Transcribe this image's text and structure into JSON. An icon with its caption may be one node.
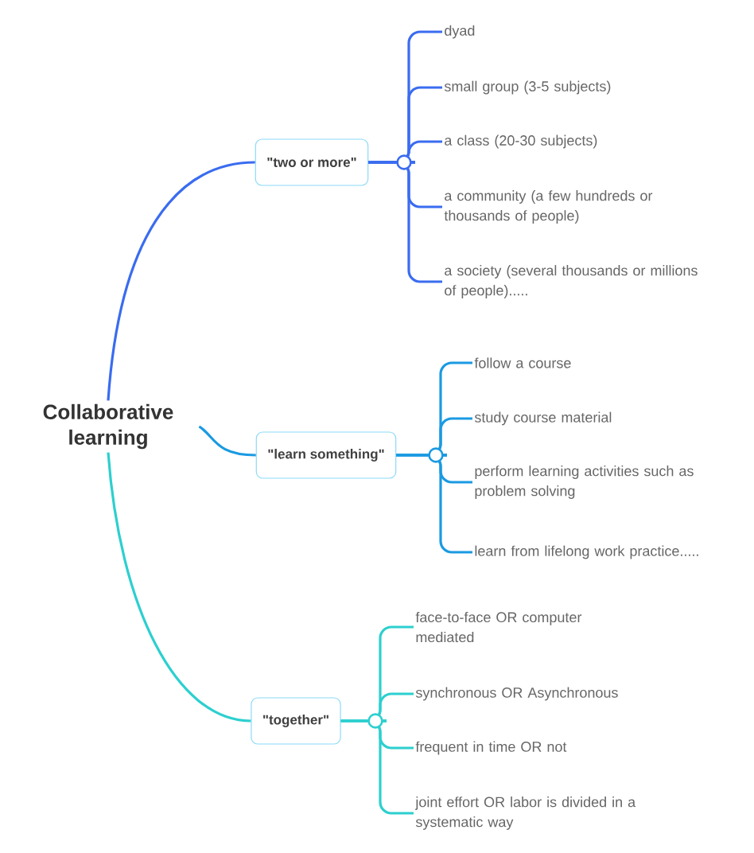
{
  "diagram": {
    "nodes": [
      {
        "text": [
          "Collaborative learning"
        ]
      },
      {
        "text": [
          "\"two or more\""
        ]
      },
      {
        "text": [
          "dyad"
        ]
      },
      {
        "text": [
          "small group (3-5 subjects)"
        ]
      },
      {
        "text": [
          "a class (20-30 subjects)"
        ]
      },
      {
        "text": [
          "a community (a few hundreds or thousands of people)"
        ]
      },
      {
        "text": [
          "a society (several thousands or millions of people)....."
        ]
      },
      {
        "text": [
          "\"learn something\""
        ]
      },
      {
        "text": [
          "follow a course"
        ]
      },
      {
        "text": [
          "study course material"
        ]
      },
      {
        "text": [
          "perform learning activities such as problem solving"
        ]
      },
      {
        "text": [
          "learn from lifelong work practice....."
        ]
      },
      {
        "text": [
          "\"together\""
        ]
      },
      {
        "text": [
          "face-to-face OR computer mediated"
        ]
      },
      {
        "text": [
          "synchronous OR Asynchronous"
        ]
      },
      {
        "text": [
          "frequent in time OR not"
        ]
      },
      {
        "text": [
          "joint effort OR labor is divided in a systematic way"
        ]
      }
    ],
    "edges": [
      {
        "from": 0,
        "to": 1,
        "arrow": "none",
        "color": "#3a6cf0"
      },
      {
        "from": 1,
        "to": 2,
        "arrow": "none",
        "color": "#3a6cf0"
      },
      {
        "from": 1,
        "to": 3,
        "arrow": "none",
        "color": "#3a6cf0"
      },
      {
        "from": 1,
        "to": 4,
        "arrow": "none",
        "color": "#3a6cf0"
      },
      {
        "from": 1,
        "to": 5,
        "arrow": "none",
        "color": "#3a6cf0"
      },
      {
        "from": 1,
        "to": 6,
        "arrow": "none",
        "color": "#3a6cf0"
      },
      {
        "from": 0,
        "to": 7,
        "arrow": "none",
        "color": "#1a9ae2"
      },
      {
        "from": 7,
        "to": 8,
        "arrow": "none",
        "color": "#1a9ae2"
      },
      {
        "from": 7,
        "to": 9,
        "arrow": "none",
        "color": "#1a9ae2"
      },
      {
        "from": 7,
        "to": 10,
        "arrow": "none",
        "color": "#1a9ae2"
      },
      {
        "from": 7,
        "to": 11,
        "arrow": "none",
        "color": "#1a9ae2"
      },
      {
        "from": 0,
        "to": 12,
        "arrow": "none",
        "color": "#2dcfcf"
      },
      {
        "from": 12,
        "to": 13,
        "arrow": "none",
        "color": "#2dcfcf"
      },
      {
        "from": 12,
        "to": 14,
        "arrow": "none",
        "color": "#2dcfcf"
      },
      {
        "from": 12,
        "to": 15,
        "arrow": "none",
        "color": "#2dcfcf"
      },
      {
        "from": 12,
        "to": 16,
        "arrow": "none",
        "color": "#2dcfcf"
      }
    ]
  }
}
